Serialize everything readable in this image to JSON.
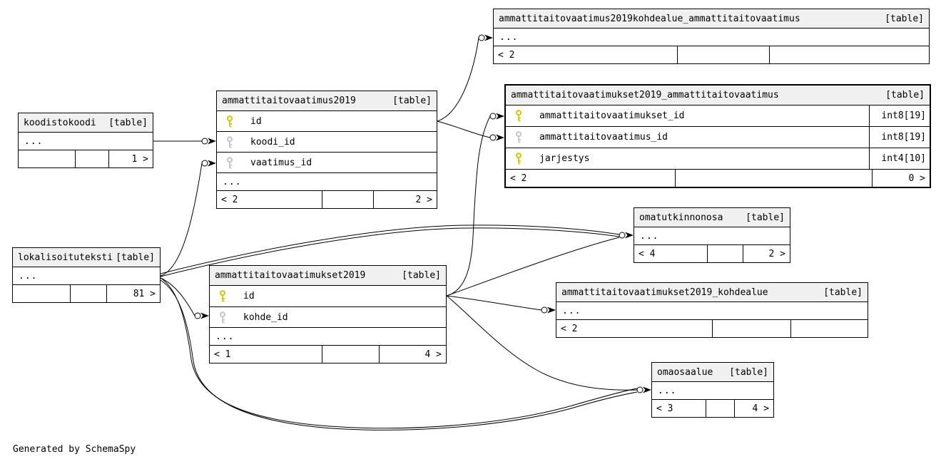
{
  "labels": {
    "table_tag": "[table]",
    "ellipsis": "...",
    "footer_note": "Generated by SchemaSpy"
  },
  "colors": {
    "header_bg": "#f0f0f0",
    "border": "#000000",
    "pk_key": "#c9c900",
    "fk_key": "#c4c4c4"
  },
  "tables": {
    "koodistokoodi": {
      "title": "koodistokoodi",
      "footer": {
        "left": "",
        "mid": "",
        "right": "1 >"
      }
    },
    "ammattitaitovaatimus2019": {
      "title": "ammattitaitovaatimus2019",
      "columns": [
        {
          "name": "id",
          "key": "pk"
        },
        {
          "name": "koodi_id",
          "key": "fk"
        },
        {
          "name": "vaatimus_id",
          "key": "fk"
        }
      ],
      "footer": {
        "left": "< 2",
        "mid": "",
        "right": "2 >"
      }
    },
    "kohdealue_ammattitaitovaatimus": {
      "title": "ammattitaitovaatimus2019kohdealue_ammattitaitovaatimus",
      "footer": {
        "left": "< 2",
        "mid": "",
        "right": ""
      }
    },
    "ammattitaitovaatimukset2019_ammattitaitovaatimus": {
      "title": "ammattitaitovaatimukset2019_ammattitaitovaatimus",
      "columns": [
        {
          "name": "ammattitaitovaatimukset_id",
          "key": "pk",
          "type": "int8[19]"
        },
        {
          "name": "ammattitaitovaatimus_id",
          "key": "fk",
          "type": "int8[19]"
        },
        {
          "name": "jarjestys",
          "key": "pk",
          "type": "int4[10]"
        }
      ],
      "footer": {
        "left": "< 2",
        "mid": "",
        "right": "0 >"
      }
    },
    "omatutkinnonosa": {
      "title": "omatutkinnonosa",
      "footer": {
        "left": "< 4",
        "mid": "",
        "right": "2 >"
      }
    },
    "lokalisoituteksti": {
      "title": "lokalisoituteksti",
      "footer": {
        "left": "",
        "mid": "",
        "right": "81 >"
      }
    },
    "ammattitaitovaatimukset2019": {
      "title": "ammattitaitovaatimukset2019",
      "columns": [
        {
          "name": "id",
          "key": "pk"
        },
        {
          "name": "kohde_id",
          "key": "fk"
        }
      ],
      "footer": {
        "left": "< 1",
        "mid": "",
        "right": "4 >"
      }
    },
    "ammattitaitovaatimukset2019_kohdealue": {
      "title": "ammattitaitovaatimukset2019_kohdealue",
      "footer": {
        "left": "< 2",
        "mid": "",
        "right": ""
      }
    },
    "omaosaalue": {
      "title": "omaosaalue",
      "footer": {
        "left": "< 3",
        "mid": "",
        "right": "4 >"
      }
    }
  },
  "relationships": [
    {
      "from": "ammattitaitovaatimus2019.id",
      "to": "ammattitaitovaatimus2019kohdealue_ammattitaitovaatimus"
    },
    {
      "from": "ammattitaitovaatimus2019.id",
      "to": "ammattitaitovaatimukset2019_ammattitaitovaatimus.ammattitaitovaatimus_id"
    },
    {
      "from": "ammattitaitovaatimukset2019.id",
      "to": "ammattitaitovaatimukset2019_ammattitaitovaatimus.ammattitaitovaatimukset_id"
    },
    {
      "from": "koodistokoodi",
      "to": "ammattitaitovaatimus2019.koodi_id"
    },
    {
      "from": "lokalisoituteksti",
      "to": "ammattitaitovaatimus2019.vaatimus_id"
    },
    {
      "from": "lokalisoituteksti",
      "to": "omatutkinnonosa"
    },
    {
      "from": "lokalisoituteksti",
      "to": "omatutkinnonosa"
    },
    {
      "from": "ammattitaitovaatimukset2019.id",
      "to": "omatutkinnonosa"
    },
    {
      "from": "ammattitaitovaatimukset2019.id",
      "to": "ammattitaitovaatimukset2019_kohdealue"
    },
    {
      "from": "ammattitaitovaatimukset2019.id",
      "to": "omaosaalue"
    },
    {
      "from": "lokalisoituteksti",
      "to": "omaosaalue"
    },
    {
      "from": "lokalisoituteksti",
      "to": "omaosaalue"
    },
    {
      "from": "lokalisoituteksti",
      "to": "ammattitaitovaatimukset2019.kohde_id"
    }
  ]
}
